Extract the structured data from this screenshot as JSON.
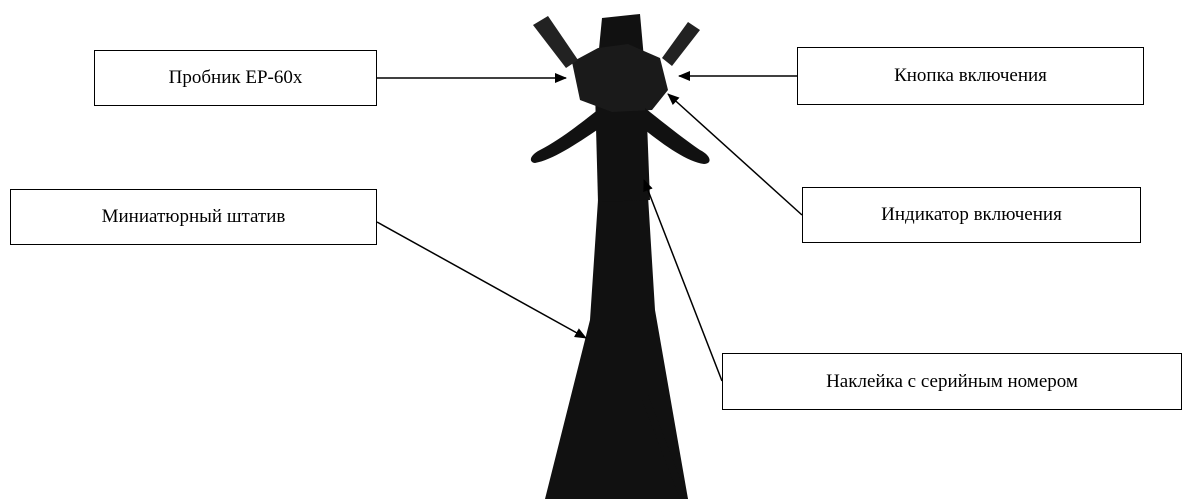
{
  "labels": {
    "probe": "Пробник EP-60x",
    "power_button": "Кнопка включения",
    "power_indicator": "Индикатор включения",
    "mini_tripod": "Миниатюрный штатив",
    "serial_sticker": "Наклейка с серийным номером"
  },
  "colors": {
    "ink": "#000000",
    "background": "#ffffff"
  }
}
